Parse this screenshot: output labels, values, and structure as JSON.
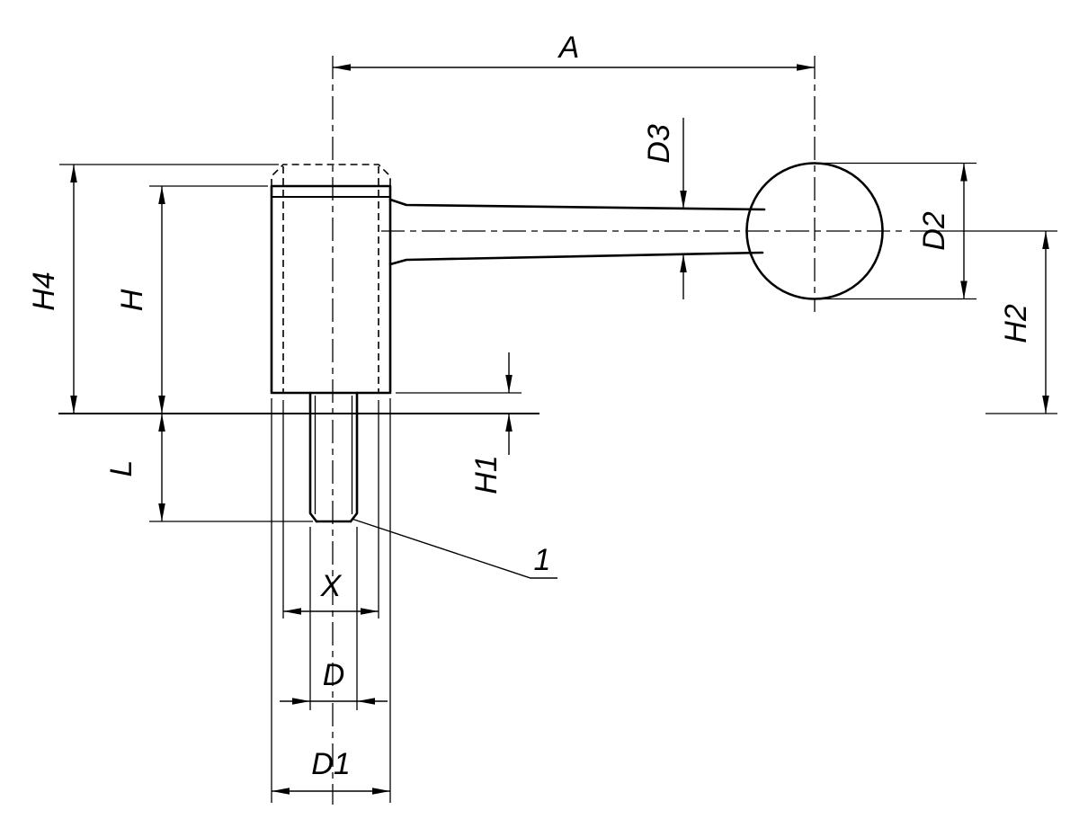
{
  "colors": {
    "line": "#000000",
    "background": "#ffffff"
  },
  "labels": {
    "a": "A",
    "d3": "D3",
    "d2": "D2",
    "h2": "H2",
    "h4": "H4",
    "h": "H",
    "l": "L",
    "h1": "H1",
    "x": "X",
    "d": "D",
    "d1": "D1",
    "callout_1": "1"
  }
}
